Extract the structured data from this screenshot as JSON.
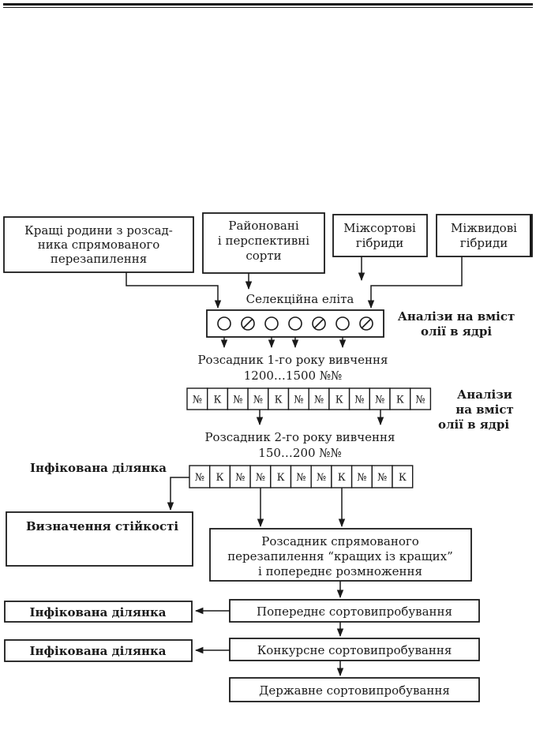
{
  "top_boxes": [
    {
      "id": "families",
      "lines": [
        "Кращі родини з розсад-",
        "ника спрямованого",
        "перезапилення"
      ]
    },
    {
      "id": "regional",
      "lines": [
        "Районовані",
        "і перспективні",
        "сорти"
      ]
    },
    {
      "id": "intervarietal",
      "lines": [
        "Міжсортові",
        "гібриди"
      ]
    },
    {
      "id": "interspecific",
      "lines": [
        "Міжвидові",
        "гібриди"
      ]
    }
  ],
  "elite": {
    "label": "Селекційна еліта",
    "symbols": [
      "○",
      "⊘",
      "○",
      "○",
      "⊘",
      "○",
      "⊘"
    ]
  },
  "analysis_1": {
    "lines": [
      "Аналізи на вміст",
      "олії в ядрі"
    ]
  },
  "nursery_1": {
    "lines": [
      "Розсадник 1-го року вивчення",
      "1200…1500 №№"
    ],
    "cells": [
      "№",
      "К",
      "№",
      "№",
      "К",
      "№",
      "№",
      "К",
      "№",
      "№",
      "К",
      "№"
    ]
  },
  "analysis_2": {
    "lines": [
      "Аналізи",
      "на вміст",
      "олії в ядрі"
    ]
  },
  "nursery_2": {
    "lines": [
      "Розсадник 2-го року вивчення",
      "150…200 №№"
    ],
    "cells": [
      "№",
      "К",
      "№",
      "№",
      "К",
      "№",
      "№",
      "К",
      "№",
      "№",
      "К"
    ]
  },
  "infected_plot_label": "Інфікована ділянка",
  "resistance_box": "Визначення стійкості",
  "directed_box": {
    "lines": [
      "Розсадник спрямованого",
      "перезапилення “кращих із кращих”",
      "і попереднє розмноження"
    ]
  },
  "preliminary_trial": "Попереднє сортовипробування",
  "competitive_trial": "Конкурсне сортовипробування",
  "state_trial": "Державне сортовипробування",
  "infected_box_1": "Інфікована ділянка",
  "infected_box_2": "Інфікована ділянка"
}
